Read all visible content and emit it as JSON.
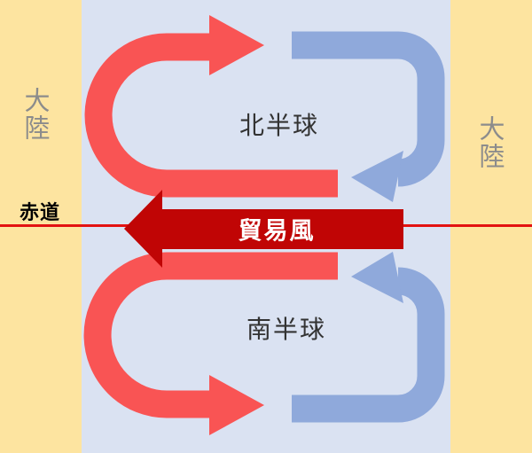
{
  "labels": {
    "north_hemisphere": "北半球",
    "south_hemisphere": "南半球",
    "continent_left": "大陸",
    "continent_right": "大陸",
    "equator": "赤道",
    "trade_wind": "貿易風"
  },
  "colors": {
    "continent_fill": "#FDE4A0",
    "ocean_fill": "#DAE2F2",
    "warm_circulation": "#F95454",
    "cool_circulation": "#8FA9DB",
    "trade_wind_arrow": "#C00505",
    "equator_line": "#E31212",
    "continent_label": "#8C8C8C",
    "hemisphere_label": "#333333",
    "equator_label": "#000000",
    "trade_wind_label": "#FFFFFF"
  }
}
